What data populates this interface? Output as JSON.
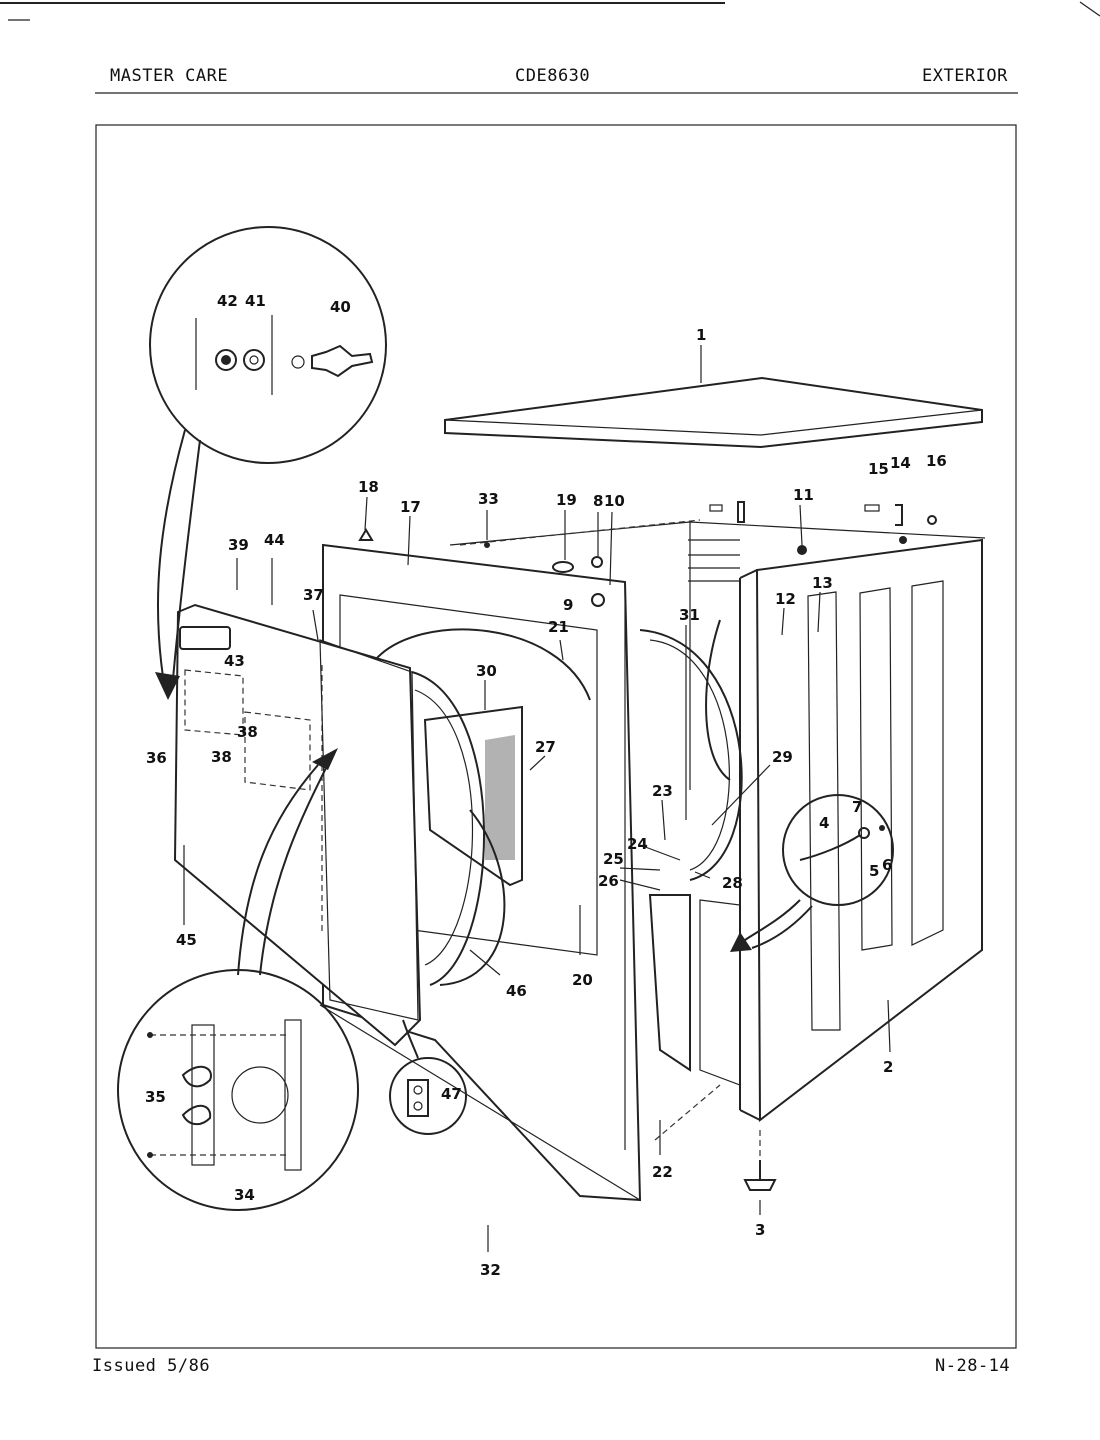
{
  "header": {
    "left": "MASTER CARE",
    "center": "CDE8630",
    "right": "EXTERIOR"
  },
  "footer": {
    "left": "Issued 5/86",
    "right": "N-28-14"
  },
  "callouts": [
    "1",
    "2",
    "3",
    "4",
    "5",
    "6",
    "7",
    "8",
    "9",
    "10",
    "11",
    "12",
    "13",
    "14",
    "15",
    "16",
    "17",
    "18",
    "19",
    "20",
    "21",
    "22",
    "23",
    "24",
    "25",
    "26",
    "27",
    "28",
    "29",
    "30",
    "31",
    "32",
    "33",
    "34",
    "35",
    "36",
    "37",
    "38",
    "38",
    "39",
    "40",
    "41",
    "42",
    "43",
    "44",
    "45",
    "46",
    "47"
  ]
}
